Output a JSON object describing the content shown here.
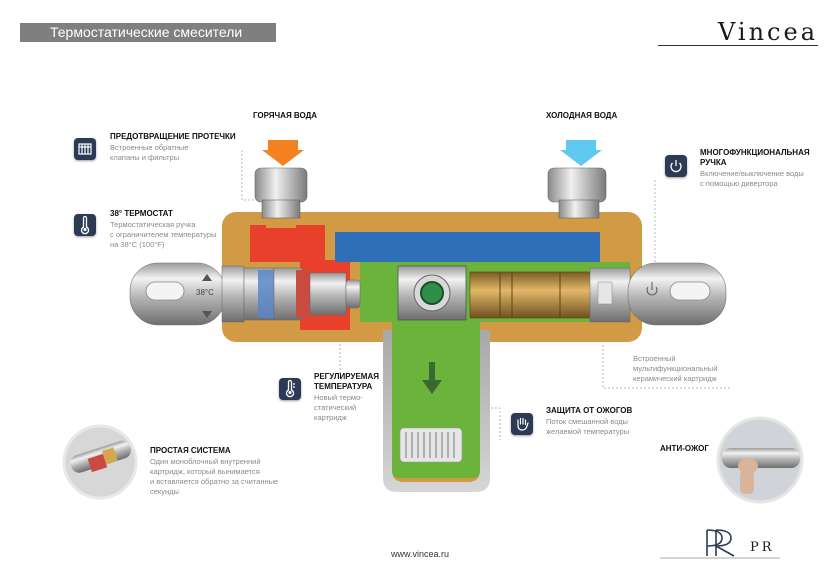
{
  "header": {
    "title": "Термостатические смесители",
    "brand": "Vincea",
    "brand_color": "#7d7f80"
  },
  "labels": {
    "hot_water": "ГОРЯЧАЯ ВОДА",
    "cold_water": "ХОЛОДНАЯ ВОДА",
    "dial_temp": "38°C",
    "anti_burn": "АНТИ-ОЖОГ"
  },
  "features": {
    "leak": {
      "title": "ПРЕДОТВРАЩЕНИЕ ПРОТЕЧКИ",
      "desc": [
        "Встроенные обратные",
        "клапаны и фильтры"
      ],
      "icon": "filter-icon"
    },
    "thermostat": {
      "title": "38° ТЕРМОСТАТ",
      "desc": [
        "Термостатическая ручка",
        "с ограничителем температуры",
        "на 38°С (100°F)"
      ],
      "icon": "thermometer-icon"
    },
    "multi": {
      "title": [
        "МНОГОФУНКЦИОНАЛЬНАЯ",
        "РУЧКА"
      ],
      "desc": [
        "Включение/выключение воды",
        "с помощью дивертора"
      ],
      "icon": "power-icon"
    },
    "cartridge": {
      "desc": [
        "Встроенный",
        "мультифункциональный",
        "керамический картридж"
      ]
    },
    "regulated": {
      "title": [
        "РЕГУЛИРУЕМАЯ",
        "ТЕМПЕРАТУРА"
      ],
      "desc": [
        "Новый термо-",
        "статический",
        "картридж"
      ],
      "icon": "thermostat-dial-icon"
    },
    "scald": {
      "title": "ЗАЩИТА ОТ ОЖОГОВ",
      "desc": [
        "Поток смешанной воды",
        "желаемой температуры"
      ],
      "icon": "hand-icon"
    },
    "simple": {
      "title": "ПРОСТАЯ СИСТЕМА",
      "desc": [
        "Один моноблочный внутренний",
        "картридж, который вынимается",
        "и вставляется обратно за считанные",
        "секунды"
      ]
    }
  },
  "footer": {
    "url": "www.vincea.ru",
    "logo_text": "PR"
  },
  "colors": {
    "hot": "#e8402a",
    "cold": "#2f6fb8",
    "mixed": "#6cb33c",
    "body": "#d29a45",
    "hot_arrow": "#f58220",
    "cold_arrow": "#5ec8ee"
  }
}
